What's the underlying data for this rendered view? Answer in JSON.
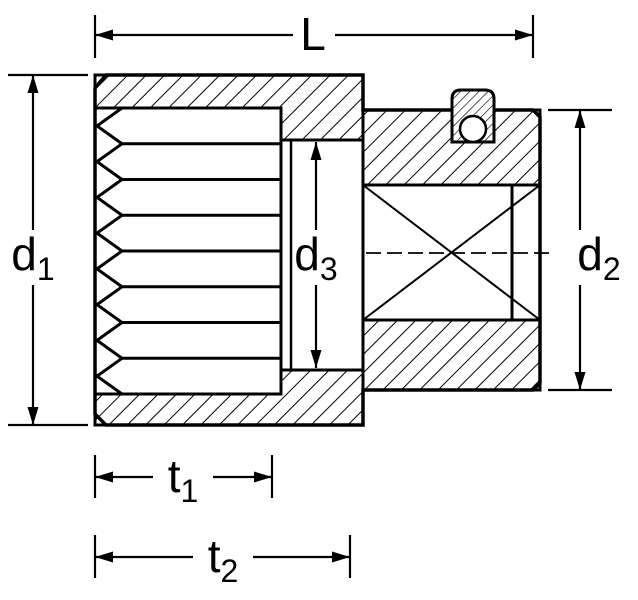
{
  "diagram": {
    "colors": {
      "ink": "#000000",
      "background": "#ffffff"
    },
    "labels": {
      "length": {
        "base": "L",
        "sub": ""
      },
      "d1": {
        "base": "d",
        "sub": "1"
      },
      "d2": {
        "base": "d",
        "sub": "2"
      },
      "d3": {
        "base": "d",
        "sub": "3"
      },
      "t1": {
        "base": "t",
        "sub": "1"
      },
      "t2": {
        "base": "t",
        "sub": "2"
      }
    }
  }
}
